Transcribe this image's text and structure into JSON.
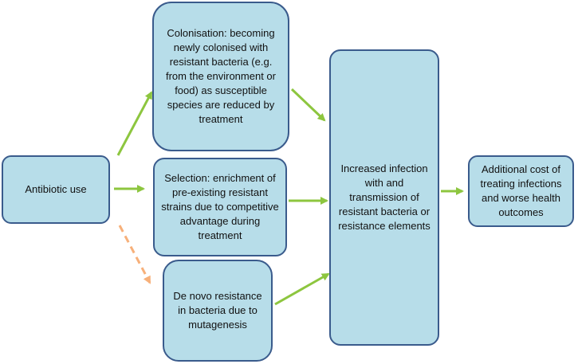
{
  "nodes": {
    "antibiotic_use": "Antibiotic use",
    "colonisation": "Colonisation: becoming newly colonised with resistant bacteria (e.g. from the environment or food) as susceptible species are reduced by treatment",
    "selection": "Selection: enrichment of pre-existing resistant strains due to competitive advantage during treatment",
    "de_novo": "De novo resistance in bacteria due to mutagenesis",
    "increased_infection": "Increased infection with and transmission of resistant bacteria or resistance elements",
    "additional_cost": "Additional cost of treating infections and worse health outcomes"
  },
  "colors": {
    "box_fill": "#b7dde9",
    "box_border": "#3a5b8c",
    "solid_arrow": "#8dc63f",
    "dashed_arrow": "#f7b07a"
  }
}
